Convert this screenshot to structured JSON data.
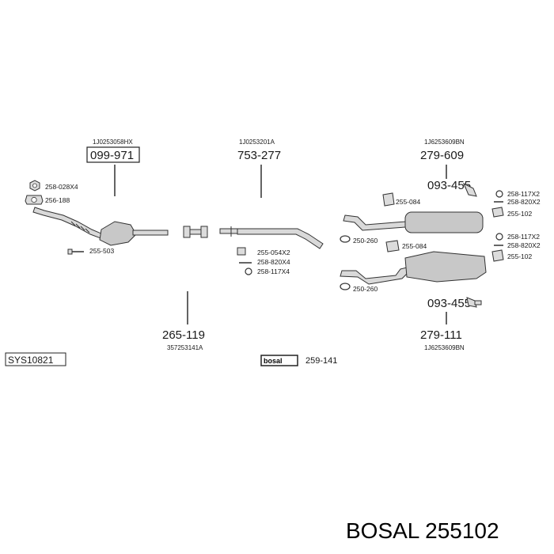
{
  "groups": {
    "cat": {
      "ref": "1J0253058HX",
      "part": "099-971"
    },
    "mid": {
      "ref": "1J0253201A",
      "part": "753-277"
    },
    "rear_top": {
      "ref": "1J6253609BN",
      "part": "279-609"
    },
    "front_pipe": {
      "ref": "357253141A",
      "part": "265-119"
    },
    "rear_bottom": {
      "ref": "1J6253609BN",
      "part": "279-111"
    }
  },
  "small_parts": {
    "cat_nut": "258-028X4",
    "cat_gasket": "256-188",
    "cat_bolt": "255-503",
    "mid_clamp": "255-054X2",
    "mid_bolt": "258-820X4",
    "mid_ring": "258-117X4",
    "rt_hanger_label": "093-455",
    "rt_ring1": "258-117X2",
    "rt_bolt1": "258-820X2",
    "rt_bracket1": "255-102",
    "rt_rubber": "255-084",
    "rt_ring2": "250-260",
    "rb_rubber": "255-084",
    "rb_ring2": "258-117X2",
    "rb_bolt2": "258-820X2",
    "rb_bracket2": "255-102",
    "rb_ring3": "250-260",
    "rb_hanger_label": "093-455"
  },
  "footer": {
    "sys_code": "SYS10821",
    "bosal_logo": "bosal",
    "bosal_part": "259-141",
    "title": "BOSAL 255102"
  },
  "icons": [
    "nut-icon",
    "gasket-icon",
    "bolt-icon",
    "clamp-icon",
    "ring-icon",
    "bracket-icon",
    "rubber-hanger-icon",
    "catalytic-converter-icon",
    "muffler-icon"
  ]
}
